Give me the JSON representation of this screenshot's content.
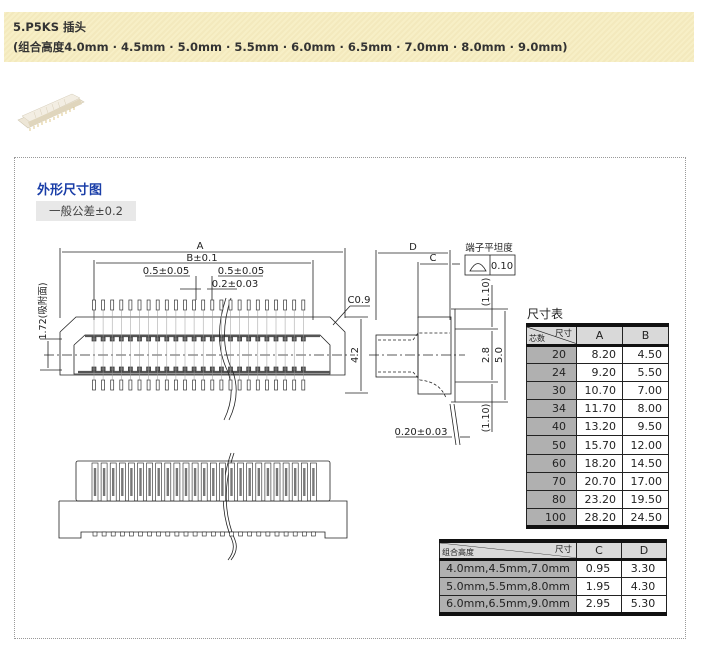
{
  "header": {
    "title": "5.P5KS 插头",
    "subtitle": "(组合高度4.0mm · 4.5mm · 5.0mm · 5.5mm · 6.0mm · 6.5mm · 7.0mm · 8.0mm · 9.0mm)"
  },
  "product_image": {
    "alt": "connector-photo"
  },
  "section": {
    "title": "外形尺寸图",
    "tolerance": "一般公差±0.2"
  },
  "drawing": {
    "labels": {
      "A": "A",
      "B": "B±0.1",
      "pitch_left": "0.5±0.05",
      "pitch_right": "0.5±0.05",
      "pin_width": "0.2±0.03",
      "chamfer": "C0.9",
      "height_4_2": "4.2",
      "suction": "1.72(吸附面)",
      "D": "D",
      "C": "C",
      "flatness_title": "端子平坦度",
      "flatness_value": "0.10",
      "dim_1_10_top": "(1.10)",
      "dim_1_10_bottom": "(1.10)",
      "dim_2_8": "2.8",
      "dim_5_0": "5.0",
      "terminal_thickness": "0.20±0.03"
    }
  },
  "table_ab": {
    "title": "尺寸表",
    "corner_top": "尺寸",
    "corner_bottom": "芯数",
    "columns": [
      "A",
      "B"
    ],
    "rows": [
      {
        "pins": "20",
        "A": "8.20",
        "B": "4.50"
      },
      {
        "pins": "24",
        "A": "9.20",
        "B": "5.50"
      },
      {
        "pins": "30",
        "A": "10.70",
        "B": "7.00"
      },
      {
        "pins": "34",
        "A": "11.70",
        "B": "8.00"
      },
      {
        "pins": "40",
        "A": "13.20",
        "B": "9.50"
      },
      {
        "pins": "50",
        "A": "15.70",
        "B": "12.00"
      },
      {
        "pins": "60",
        "A": "18.20",
        "B": "14.50"
      },
      {
        "pins": "70",
        "A": "20.70",
        "B": "17.00"
      },
      {
        "pins": "80",
        "A": "23.20",
        "B": "19.50"
      },
      {
        "pins": "100",
        "A": "28.20",
        "B": "24.50"
      }
    ]
  },
  "table_cd": {
    "corner_top": "尺寸",
    "corner_bottom": "组合高度",
    "columns": [
      "C",
      "D"
    ],
    "rows": [
      {
        "height": "4.0mm,4.5mm,7.0mm",
        "C": "0.95",
        "D": "3.30"
      },
      {
        "height": "5.0mm,5.5mm,8.0mm",
        "C": "1.95",
        "D": "4.30"
      },
      {
        "height": "6.0mm,6.5mm,9.0mm",
        "C": "2.95",
        "D": "5.30"
      }
    ]
  }
}
